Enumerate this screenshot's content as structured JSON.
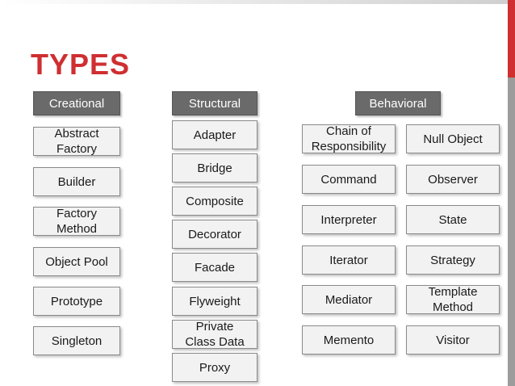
{
  "title": "TYPES",
  "colors": {
    "accent": "#cf2f31",
    "header": "#6a6a6a",
    "box": "#f2f2f2"
  },
  "headers": {
    "creational": "Creational",
    "structural": "Structural",
    "behavioral": "Behavioral"
  },
  "creational": [
    "Abstract\nFactory",
    "Builder",
    "Factory\nMethod",
    "Object Pool",
    "Prototype",
    "Singleton"
  ],
  "structural": [
    "Adapter",
    "Bridge",
    "Composite",
    "Decorator",
    "Facade",
    "Flyweight",
    "Private\nClass Data",
    "Proxy"
  ],
  "behavioral_left": [
    "Chain of\nResponsibility",
    "Command",
    "Interpreter",
    "Iterator",
    "Mediator",
    "Memento"
  ],
  "behavioral_right": [
    "Null Object",
    "Observer",
    "State",
    "Strategy",
    "Template\nMethod",
    "Visitor"
  ]
}
